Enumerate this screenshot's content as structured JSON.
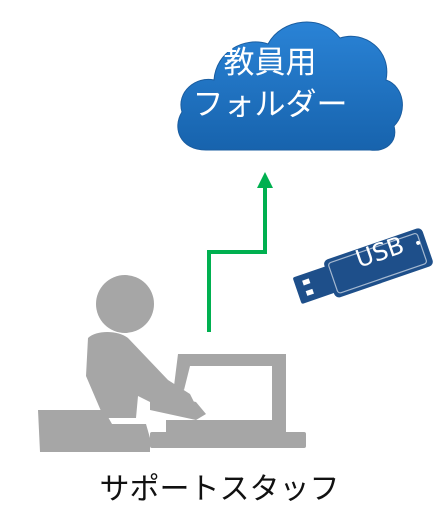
{
  "cloud": {
    "line1": "教員用",
    "line2": "フォルダー",
    "color": "#1a6fbf"
  },
  "usb": {
    "label": "USB",
    "color": "#1e4f8a"
  },
  "arrow": {
    "color": "#00b050"
  },
  "person": {
    "label": "サポートスタッフ",
    "color": "#a6a6a6"
  },
  "icons": [
    "cloud-icon",
    "usb-drive-icon",
    "person-at-laptop-icon",
    "upload-arrow-icon"
  ]
}
